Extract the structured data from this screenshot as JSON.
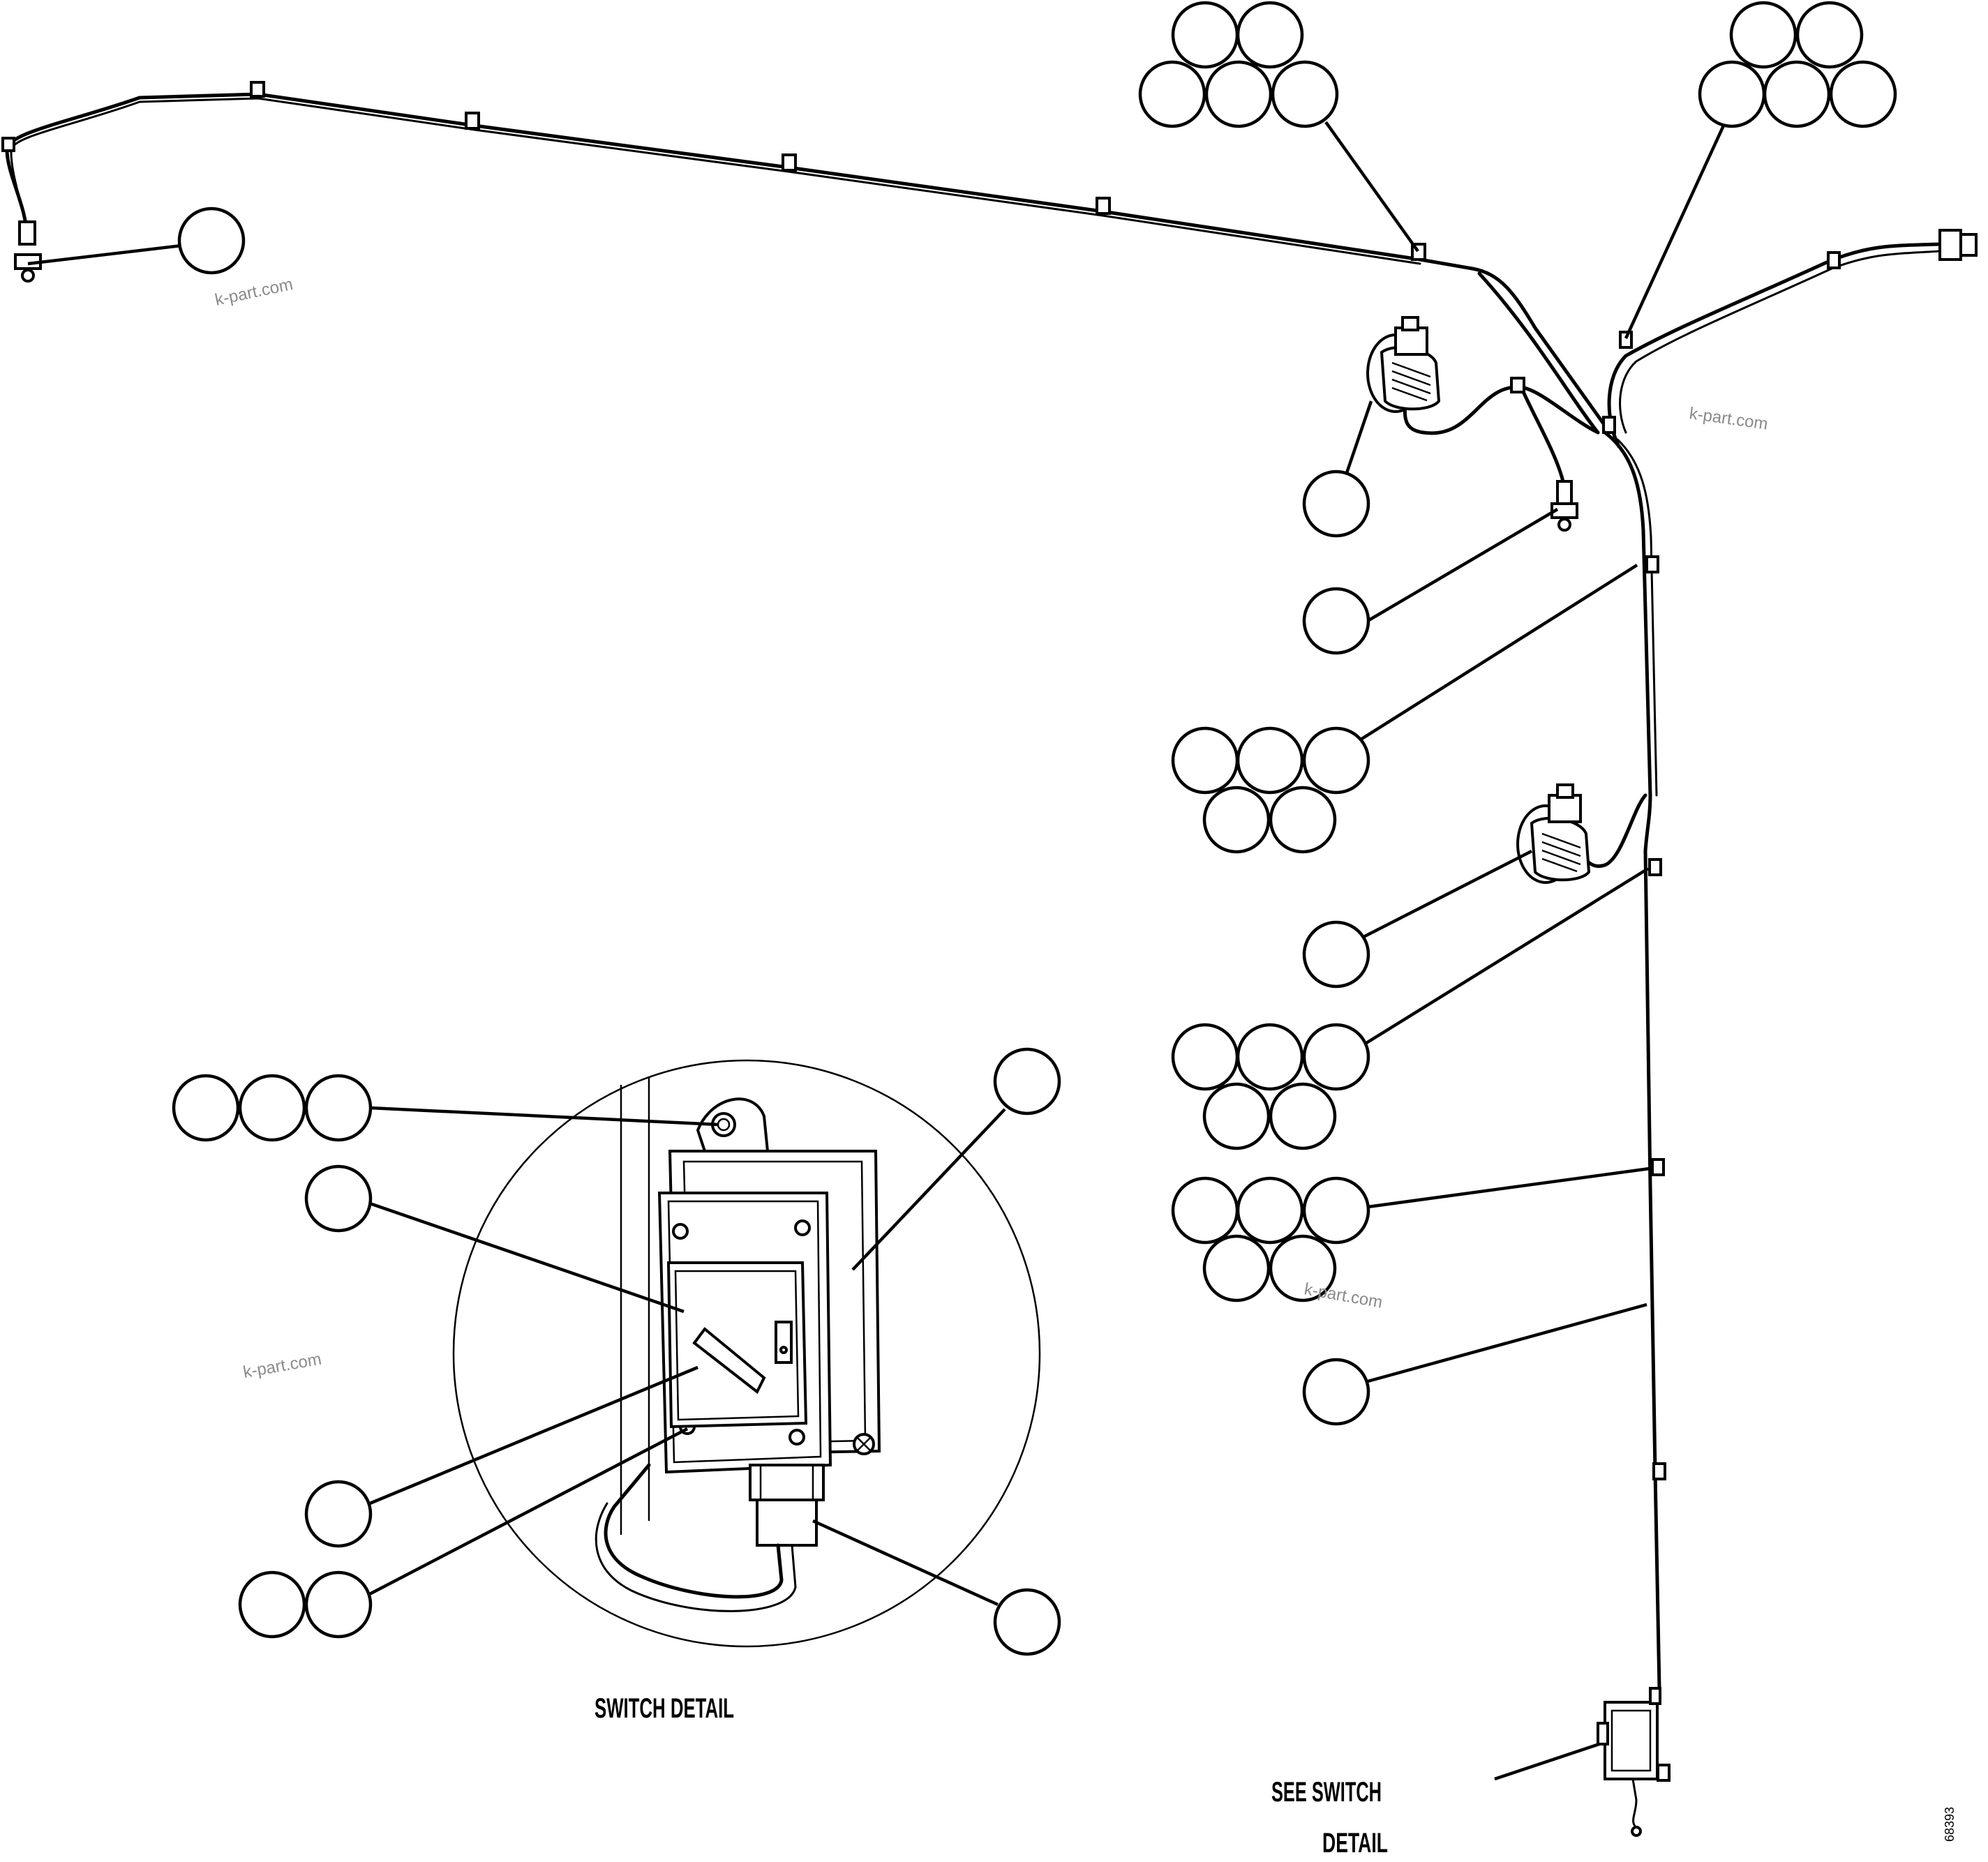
{
  "labels": {
    "switch_detail": "SWITCH DETAIL",
    "see_switch_line1": "SEE SWITCH",
    "see_switch_line2": "DETAIL",
    "figure_number": "68393"
  },
  "watermarks": [
    "k-part.com",
    "k-part.com",
    "k-part.com",
    "k-part.com"
  ]
}
